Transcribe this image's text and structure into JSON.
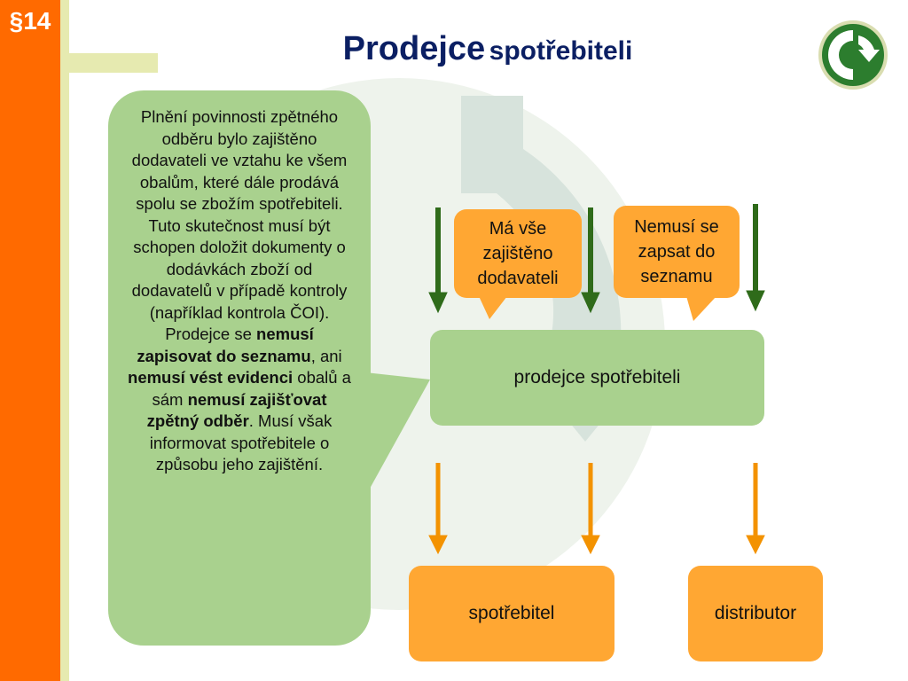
{
  "section_label": "§14",
  "title": {
    "main": "Prodejce",
    "sub": "spotřebiteli"
  },
  "callout": {
    "p1": "Plnění povinnosti zpětného odběru bylo zajištěno dodavateli ve vztahu ke všem obalům, které dále prodává spolu se zbožím spotřebiteli. Tuto skutečnost musí být schopen doložit dokumenty o dodávkách zboží od dodavatelů v případě kontroly (například kontrola  ČOI). Prodejce se ",
    "b1": "nemusí zapisovat do seznamu",
    "p2": ", ani ",
    "b2": "nemusí vést evidenci",
    "p3": " obalů a sám ",
    "b3": "nemusí zajišťovat zpětný odběr",
    "p4": ". Musí však informovat spotřebitele o způsobu jeho zajištění."
  },
  "notes": {
    "supplied": "Má vše zajištěno dodavateli",
    "register": "Nemusí se zapsat do seznamu"
  },
  "boxes": {
    "seller": "prodejce spotřebiteli",
    "consumer": "spotřebitel",
    "distributor": "distributor"
  },
  "colors": {
    "sidebar": "#ff6a00",
    "title": "#0b1f63",
    "green_box": "#a9d18e",
    "orange_box": "#ffa733",
    "green_arrow": "#2f6b1a",
    "orange_arrow": "#f39200"
  },
  "icons": {
    "logo": "green-dot-recycling-icon"
  }
}
